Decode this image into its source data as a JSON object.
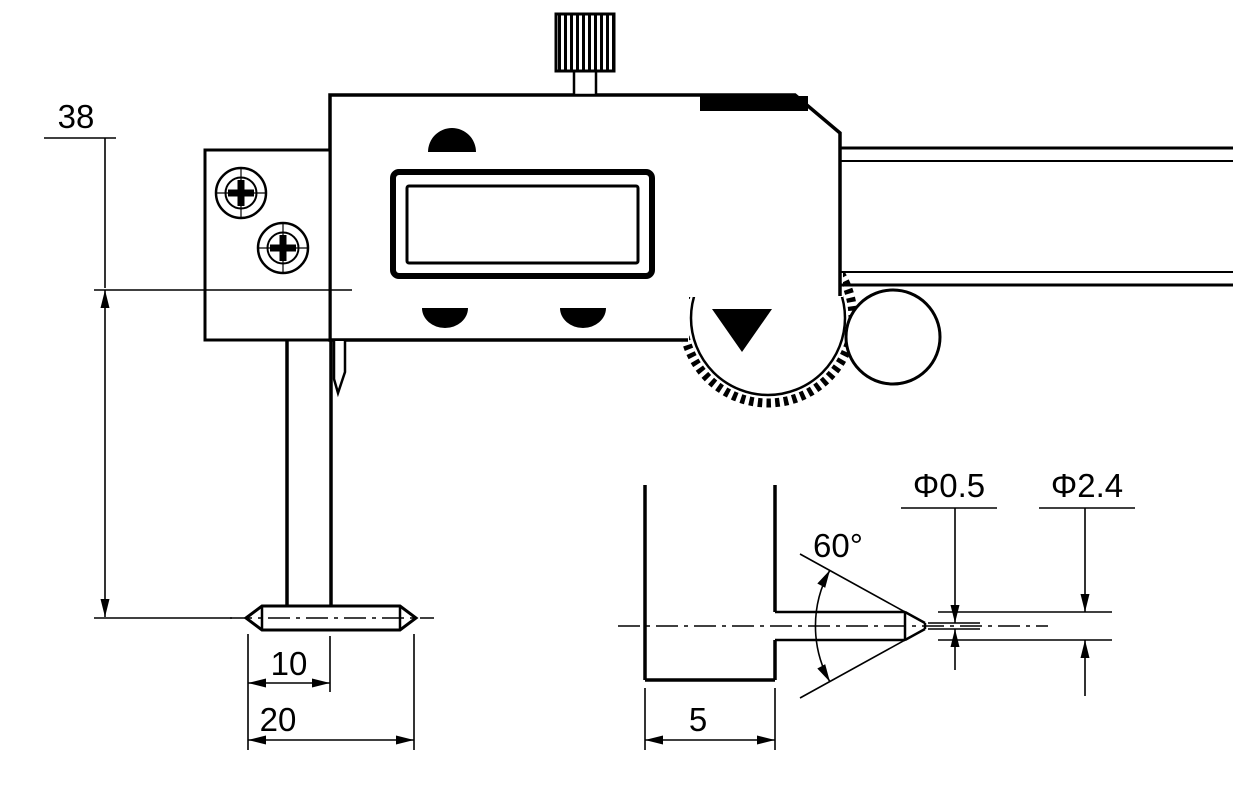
{
  "labels": {
    "dim_height": "38",
    "dim_tip_inner": "10",
    "dim_tip_outer": "20",
    "dim_block_width": "5",
    "dim_angle": "60°",
    "dim_dia_small": "Φ0.5",
    "dim_dia_large": "Φ2.4"
  },
  "colors": {
    "line": "#000000",
    "background": "#ffffff"
  }
}
